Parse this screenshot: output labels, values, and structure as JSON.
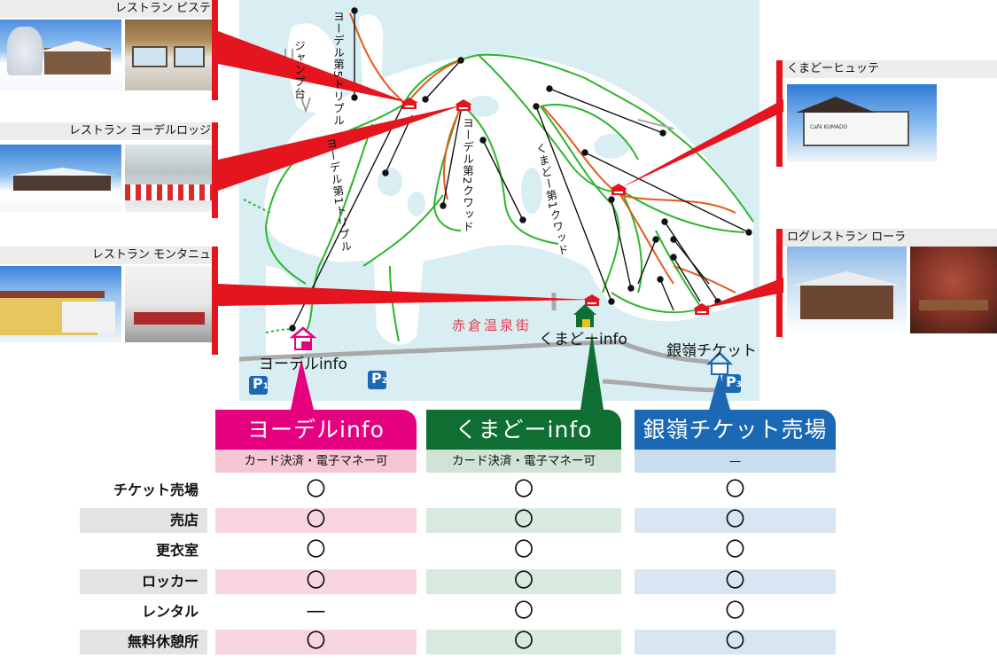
{
  "restaurants": [
    {
      "name": "レストラン ピステ"
    },
    {
      "name": "レストラン ヨーデルロッジ"
    },
    {
      "name": "レストラン モンタニュ"
    },
    {
      "name": "くまどーヒュッテ"
    },
    {
      "name": "ログレストラン ローラ"
    }
  ],
  "photo_sign": "Café KUMADO",
  "lifts": [
    {
      "name": "ヨーデル第5トリプル"
    },
    {
      "name": "ヨーデル第1トリプル"
    },
    {
      "name": "ヨーデル第2クワッド"
    },
    {
      "name": "くまどー第1クワッド"
    }
  ],
  "jump": "ジャンプ台",
  "onsen": "赤倉温泉街",
  "places": {
    "yodel_info": "ヨーデルinfo",
    "kumado_info": "くまどーinfo",
    "ginrei": "銀嶺チケット"
  },
  "parking": [
    {
      "letter": "P",
      "num": "1"
    },
    {
      "letter": "P",
      "num": "2"
    },
    {
      "letter": "P",
      "num": "3"
    }
  ],
  "colors": {
    "yodel": "#e5007f",
    "kumado": "#0f6e32",
    "ginrei": "#1b68b5",
    "pointer": "#e4151e",
    "course": "#2db52d",
    "course_alt": "#e45a1a",
    "parking": "#1b68b5"
  },
  "table": {
    "columns": [
      {
        "title": "ヨーデルinfo",
        "note": "カード決済・電子マネー可"
      },
      {
        "title": "くまどーinfo",
        "note": "カード決済・電子マネー可"
      },
      {
        "title": "銀嶺チケット売場",
        "note": "—"
      }
    ],
    "rows": [
      {
        "label": "チケット売場",
        "values": [
          "〇",
          "〇",
          "〇"
        ]
      },
      {
        "label": "売店",
        "values": [
          "〇",
          "〇",
          "〇"
        ]
      },
      {
        "label": "更衣室",
        "values": [
          "〇",
          "〇",
          "〇"
        ]
      },
      {
        "label": "ロッカー",
        "values": [
          "〇",
          "〇",
          "〇"
        ]
      },
      {
        "label": "レンタル",
        "values": [
          "—",
          "〇",
          "〇"
        ]
      },
      {
        "label": "無料休憩所",
        "values": [
          "〇",
          "〇",
          "〇"
        ]
      }
    ]
  }
}
